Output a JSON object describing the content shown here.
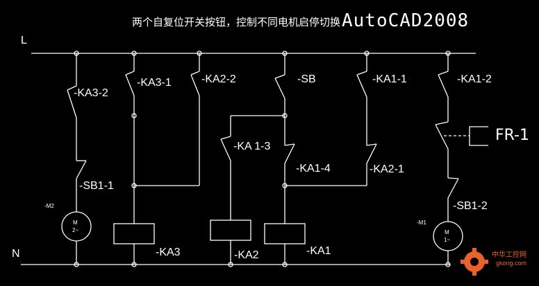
{
  "title": {
    "cn": "两个自复位开关按钮，控制不同电机启停切换",
    "en": "AutoCAD2008"
  },
  "rails": {
    "line": "L",
    "neutral": "N"
  },
  "labels": {
    "ka3_2": "-KA3-2",
    "ka3_1": "-KA3-1",
    "ka2_2": "-KA2-2",
    "sb": "-SB",
    "ka1_1": "-KA1-1",
    "ka1_2": "-KA1-2",
    "fr1": "FR-1",
    "ka1_3": "-KA 1-3",
    "ka1_4": "-KA1-4",
    "ka2_1": "-KA2-1",
    "sb1_1": "-SB1-1",
    "sb1_2": "-SB1-2",
    "ka3": "-KA3",
    "ka2": "-KA2",
    "ka1": "-KA1"
  },
  "motors": {
    "m2": {
      "tag": "-M2",
      "name": "M",
      "phase": "2~"
    },
    "m1": {
      "tag": "-M1",
      "name": "M",
      "phase": "1~"
    }
  },
  "watermark": {
    "cn": "中华工控网",
    "en": "gkong.com"
  },
  "colors": {
    "background": "#000000",
    "foreground": "#ffffff",
    "watermark": "#e8632b"
  }
}
